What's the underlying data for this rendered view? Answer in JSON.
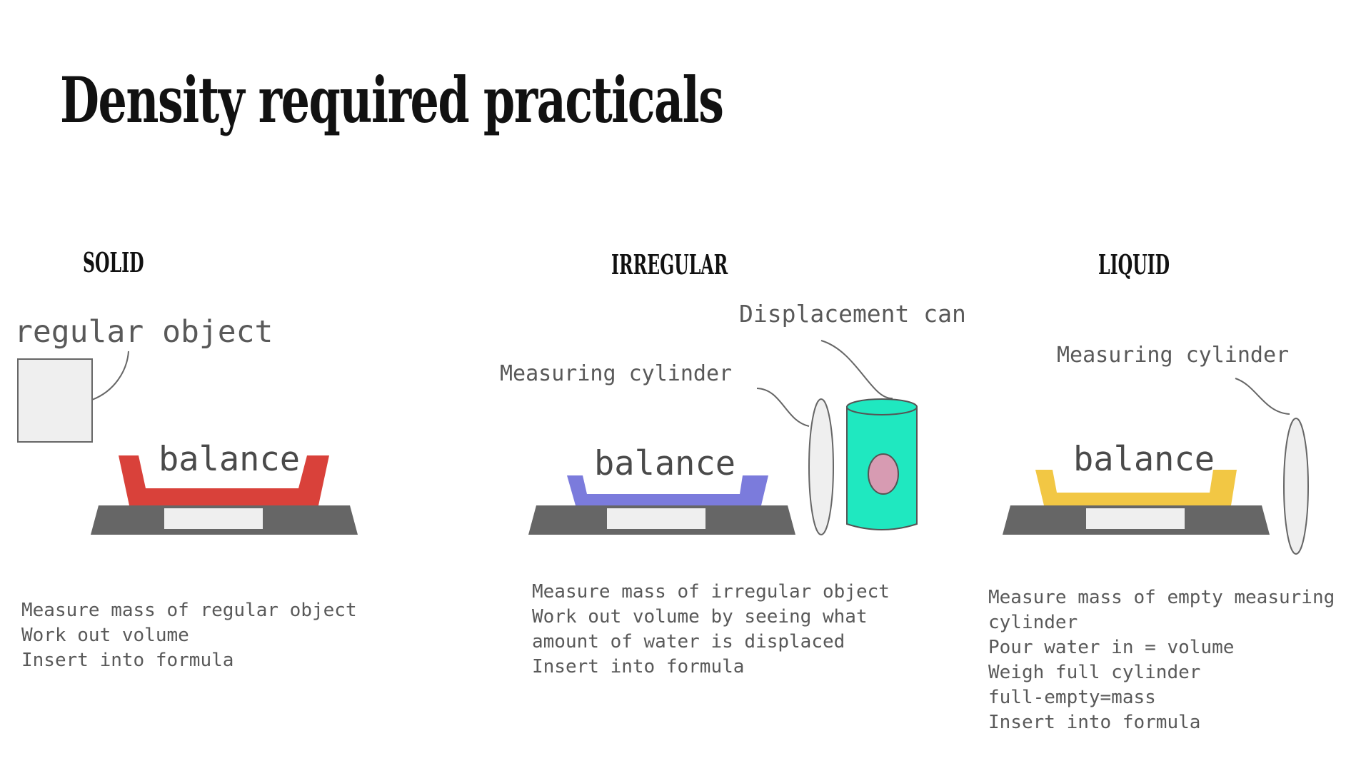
{
  "title": "Density required practicals",
  "colors": {
    "solid_tray": "#d9413a",
    "irregular_tray": "#7b7bdc",
    "liquid_tray": "#f2c744",
    "balance_base": "#666666",
    "can_fill": "#1fe8c0",
    "object_fill": "#d79bb2"
  },
  "solid": {
    "heading": "Solid",
    "object_label": "regular object",
    "balance_label": "balance",
    "steps": [
      "Measure mass of regular object",
      "Work out volume",
      "Insert into formula"
    ]
  },
  "irregular": {
    "heading": "irregular",
    "can_label": "Displacement can",
    "cylinder_label": "Measuring cylinder",
    "balance_label": "balance",
    "steps": [
      "Measure mass of irregular object",
      "Work out volume by seeing what",
      "amount of water is displaced",
      "Insert into formula"
    ]
  },
  "liquid": {
    "heading": "liquid",
    "cylinder_label": "Measuring cylinder",
    "balance_label": "balance",
    "steps": [
      "Measure mass of empty measuring",
      "cylinder",
      "Pour water in = volume",
      "Weigh full cylinder",
      "full-empty=mass",
      "Insert into formula"
    ]
  }
}
